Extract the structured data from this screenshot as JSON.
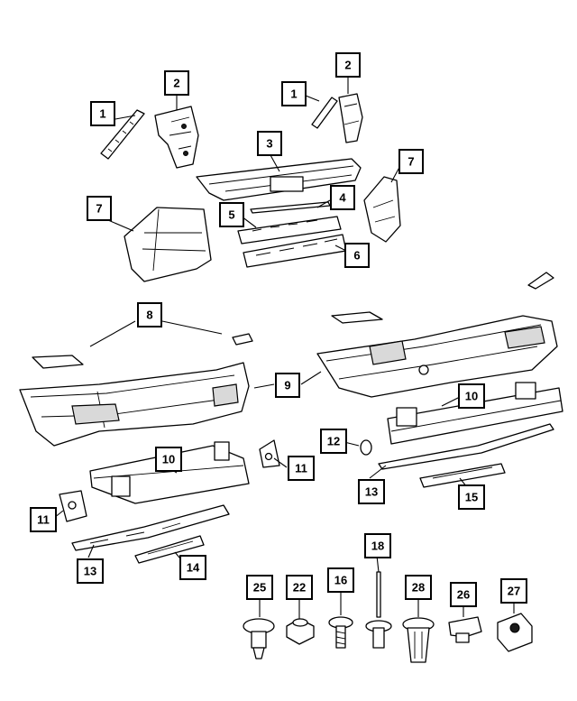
{
  "callouts": [
    {
      "id": "c1a",
      "label": "1"
    },
    {
      "id": "c2a",
      "label": "2"
    },
    {
      "id": "c1b",
      "label": "1"
    },
    {
      "id": "c2b",
      "label": "2"
    },
    {
      "id": "c3",
      "label": "3"
    },
    {
      "id": "c7a",
      "label": "7"
    },
    {
      "id": "c7b",
      "label": "7"
    },
    {
      "id": "c4",
      "label": "4"
    },
    {
      "id": "c5",
      "label": "5"
    },
    {
      "id": "c6",
      "label": "6"
    },
    {
      "id": "c8",
      "label": "8"
    },
    {
      "id": "c9",
      "label": "9"
    },
    {
      "id": "c10a",
      "label": "10"
    },
    {
      "id": "c10b",
      "label": "10"
    },
    {
      "id": "c12",
      "label": "12"
    },
    {
      "id": "c11a",
      "label": "11"
    },
    {
      "id": "c11b",
      "label": "11"
    },
    {
      "id": "c13a",
      "label": "13"
    },
    {
      "id": "c15",
      "label": "15"
    },
    {
      "id": "c13b",
      "label": "13"
    },
    {
      "id": "c14",
      "label": "14"
    },
    {
      "id": "c18",
      "label": "18"
    },
    {
      "id": "c25",
      "label": "25"
    },
    {
      "id": "c22",
      "label": "22"
    },
    {
      "id": "c16",
      "label": "16"
    },
    {
      "id": "c28",
      "label": "28"
    },
    {
      "id": "c26",
      "label": "26"
    },
    {
      "id": "c27",
      "label": "27"
    }
  ]
}
